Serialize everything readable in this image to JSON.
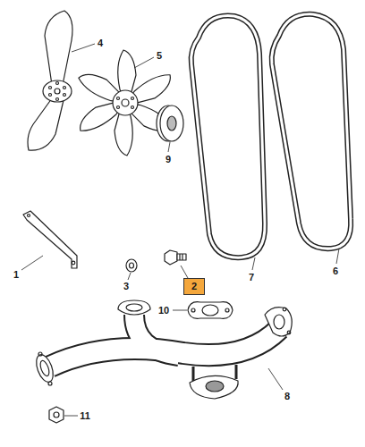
{
  "diagram": {
    "nodes": [
      {
        "text": [
          "2"
        ]
      }
    ],
    "labels": [
      "4",
      "5",
      "9",
      "7",
      "6",
      "1",
      "3",
      "10",
      "8",
      "11"
    ]
  }
}
